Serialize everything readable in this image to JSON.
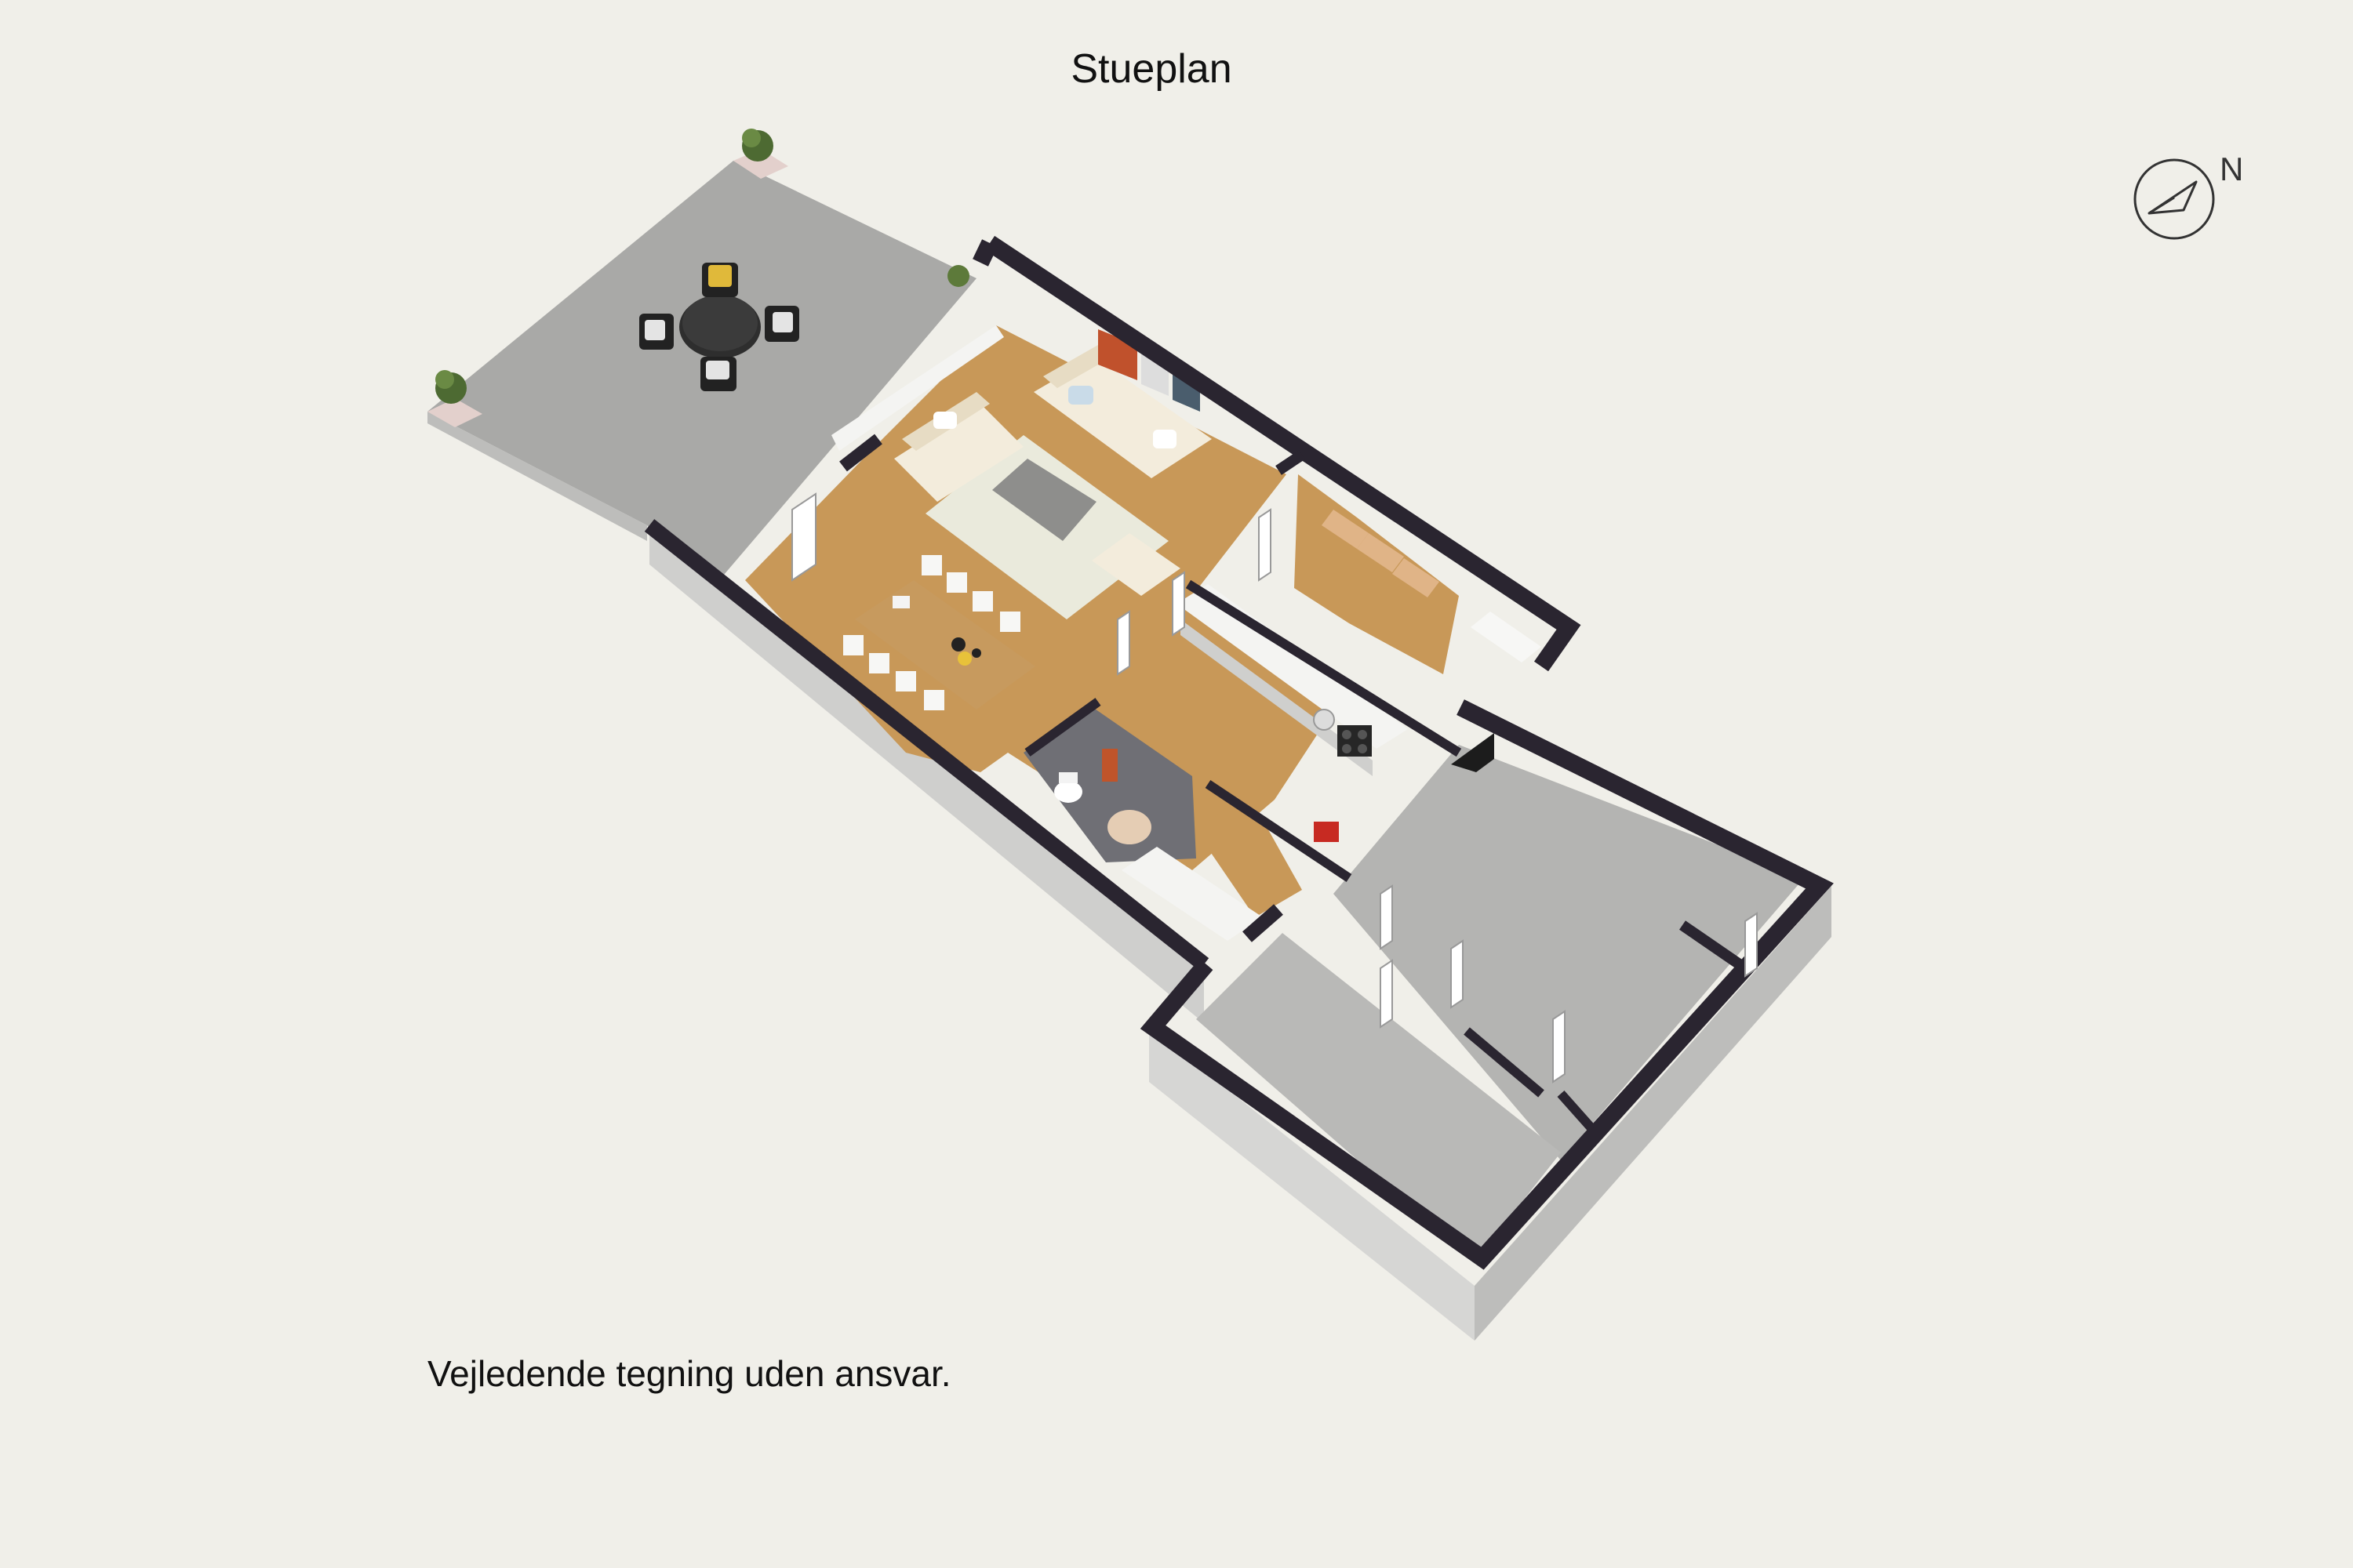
{
  "title": "Stueplan",
  "disclaimer": "Vejledende tegning uden ansvar.",
  "compass": {
    "label": "N",
    "icon": "compass-icon"
  },
  "colors": {
    "background": "#f0efe9",
    "wall": "#2a2530",
    "wood_floor": "#c99a5c",
    "concrete": "#b4b4b2",
    "terrace": "#a7a7a5",
    "side_wall": "#d2d2d0"
  }
}
